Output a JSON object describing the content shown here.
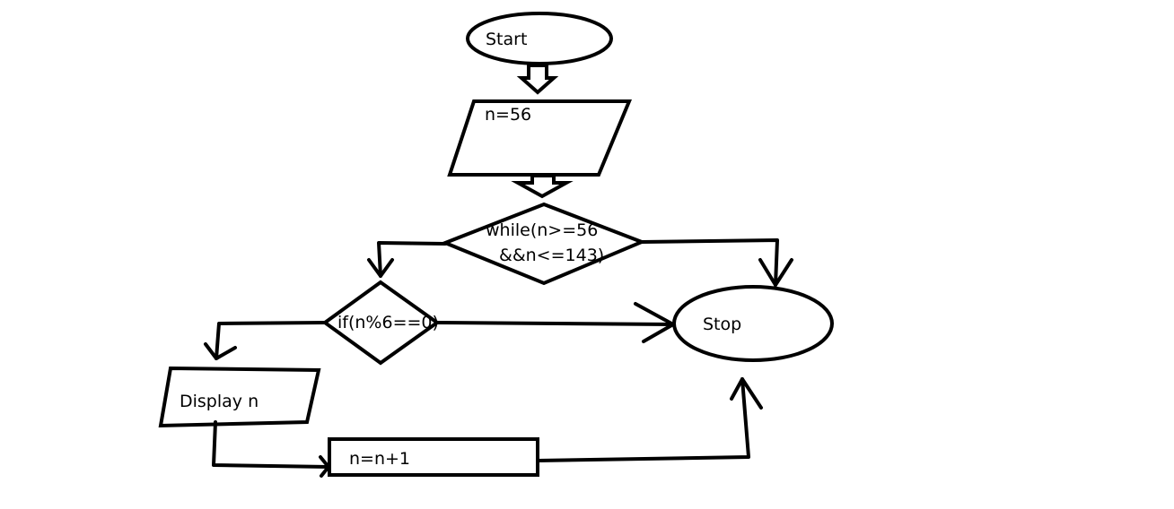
{
  "diagram": {
    "nodes": {
      "start": {
        "label": "Start"
      },
      "input": {
        "label": "n=56"
      },
      "while": {
        "line1": "while(n>=56",
        "line2": "&&n<=143)"
      },
      "if": {
        "label": "if(n%6==0)"
      },
      "display": {
        "label": "Display n"
      },
      "increment": {
        "label": "n=n+1"
      },
      "stop": {
        "label": "Stop"
      }
    }
  }
}
